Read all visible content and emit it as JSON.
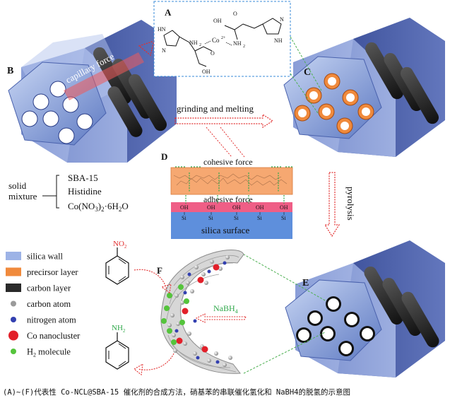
{
  "panels": {
    "a": "A",
    "b": "B",
    "c": "C",
    "d": "D",
    "e": "E",
    "f": "F"
  },
  "labels": {
    "capillary_force": "capillary force",
    "grinding": "grinding and melting",
    "pyrolysis": "pyrolysis",
    "cohesive": "cohesive force",
    "adhesive": "adhesive force",
    "silica_surface": "silica surface",
    "nabh4": "NaBH",
    "nabh4_sub": "4"
  },
  "molecule": {
    "oh1": "OH",
    "oh2": "OH",
    "o1": "O",
    "o2": "O",
    "nh2_1": "NH",
    "nh2_2": "NH",
    "sub2": "2",
    "co": "Co",
    "co_charge": "2+",
    "hn": "HN",
    "n1": "N",
    "n2": "N",
    "nh": "NH"
  },
  "silica_oh": {
    "oh": "OH",
    "si": "Si"
  },
  "mixture": {
    "title_line1": "solid",
    "title_line2": "mixture",
    "item1": "SBA-15",
    "item2": "Histidine",
    "item3_a": "Co(NO",
    "item3_sub1": "3",
    "item3_b": ")",
    "item3_sub2": "2",
    "item3_c": "·6H",
    "item3_sub3": "2",
    "item3_d": "O"
  },
  "legend": [
    {
      "label": "silica wall",
      "color": "#9db3e6",
      "shape": "rect"
    },
    {
      "label": "precirsor layer",
      "color": "#f08a3c",
      "shape": "rect"
    },
    {
      "label": "carbon layer",
      "color": "#2a2a2a",
      "shape": "rect"
    },
    {
      "label": "carbon atom",
      "color": "#9a9a9a",
      "shape": "dot"
    },
    {
      "label": "nitrogen atom",
      "color": "#3340b0",
      "shape": "dot"
    },
    {
      "label": "Co nanocluster",
      "color": "#e2202a",
      "shape": "bigdot"
    },
    {
      "label": "H",
      "sub": "2",
      "suffix": " molecule",
      "color": "#55c43c",
      "shape": "dot"
    }
  ],
  "reactants": {
    "no2": "NO",
    "no2_sub": "2",
    "nh2": "NH",
    "nh2_sub": "2"
  },
  "caption": "(A)~(F)代表性 Co-NCL@SBA-15 催化剂的合成方法，硝基苯的串联催化氢化和 NaBH4的脱氢的示意图"
}
